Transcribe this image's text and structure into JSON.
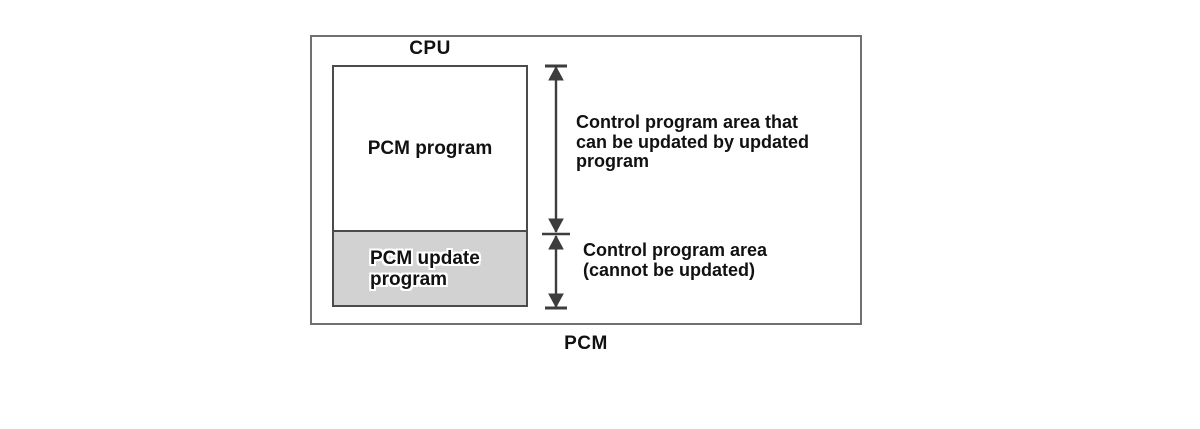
{
  "diagram": {
    "cpu_label": "CPU",
    "pcm_label": "PCM",
    "memory_blocks": {
      "pcm_program_label": "PCM program",
      "pcm_update_program_label": "PCM update\nprogram"
    },
    "annotations": {
      "updatable_area": "Control program area that\ncan be updated by updated\nprogram",
      "non_updatable_area": "Control program area\n(cannot be updated)"
    },
    "colors": {
      "background": "#ffffff",
      "outer_box_border": "#707070",
      "inner_box_border": "#4b4b4b",
      "update_block_fill": "#d2d2d2",
      "arrow": "#3d3d3d",
      "text": "#111111"
    }
  }
}
